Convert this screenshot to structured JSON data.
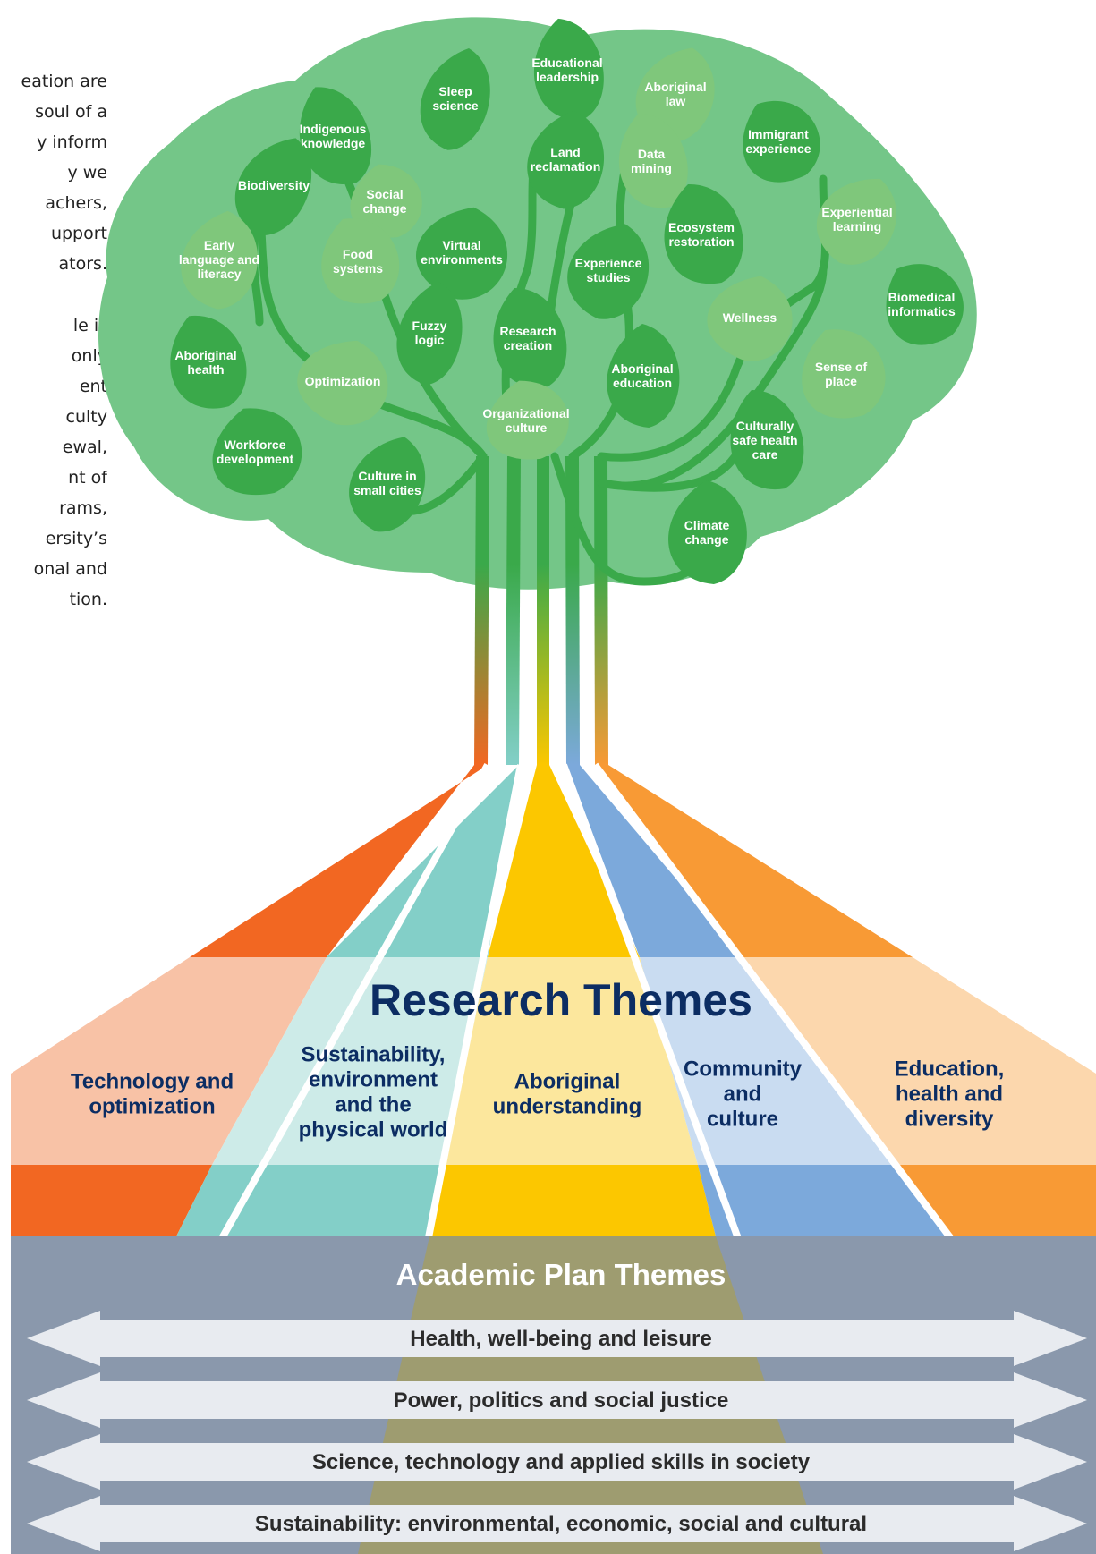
{
  "intro_text": {
    "lines": [
      "eation are",
      "soul of a",
      "y inform",
      "y we",
      "achers,",
      "upport",
      "ators."
    ],
    "lines2": [
      "le is",
      "only",
      "ent",
      "culty",
      "ewal,",
      "nt of",
      "rams,",
      "ersity’s",
      "onal and",
      "tion."
    ]
  },
  "leaves": [
    {
      "label": "Educational\nleadership"
    },
    {
      "label": "Sleep\nscience"
    },
    {
      "label": "Aboriginal\nlaw"
    },
    {
      "label": "Indigenous\nknowledge"
    },
    {
      "label": "Immigrant\nexperience"
    },
    {
      "label": "Land\nreclamation"
    },
    {
      "label": "Data\nmining"
    },
    {
      "label": "Biodiversity"
    },
    {
      "label": "Social\nchange"
    },
    {
      "label": "Experiential\nlearning"
    },
    {
      "label": "Ecosystem\nrestoration"
    },
    {
      "label": "Early\nlanguage and\nliteracy"
    },
    {
      "label": "Virtual\nenvironments"
    },
    {
      "label": "Food\nsystems"
    },
    {
      "label": "Experience\nstudies"
    },
    {
      "label": "Biomedical\ninformatics"
    },
    {
      "label": "Wellness"
    },
    {
      "label": "Fuzzy\nlogic"
    },
    {
      "label": "Research\ncreation"
    },
    {
      "label": "Aboriginal\nhealth"
    },
    {
      "label": "Sense of\nplace"
    },
    {
      "label": "Optimization"
    },
    {
      "label": "Aboriginal\neducation"
    },
    {
      "label": "Organizational\nculture"
    },
    {
      "label": "Culturally\nsafe health\ncare"
    },
    {
      "label": "Workforce\ndevelopment"
    },
    {
      "label": "Culture in\nsmall cities"
    },
    {
      "label": "Climate\nchange"
    }
  ],
  "research_themes": {
    "title": "Research Themes",
    "items": [
      {
        "label": "Technology and\noptimization",
        "color": "#f26722",
        "light": "#f8c2a6"
      },
      {
        "label": "Sustainability,\nenvironment\nand the\nphysical world",
        "color": "#83cfc8",
        "light": "#cdebe8"
      },
      {
        "label": "Aboriginal\nunderstanding",
        "color": "#fcc700",
        "light": "#fce79d"
      },
      {
        "label": "Community\nand\nculture",
        "color": "#7ca9db",
        "light": "#c9dcf1"
      },
      {
        "label": "Education,\nhealth and\ndiversity",
        "color": "#f89a35",
        "light": "#fcd7ad"
      }
    ]
  },
  "academic_plan": {
    "title": "Academic Plan Themes",
    "items": [
      "Health, well-being and leisure",
      "Power, politics and social justice",
      "Science, technology and applied skills in society",
      "Sustainability: environmental, economic, social and cultural"
    ]
  },
  "colors": {
    "canopy": "#74c688",
    "leaf_dark": "#3aa94a",
    "leaf_light": "#7fc77b",
    "title": "#0c2d63",
    "band": "#7a8aa0",
    "arrow": "#e8ebf0"
  }
}
